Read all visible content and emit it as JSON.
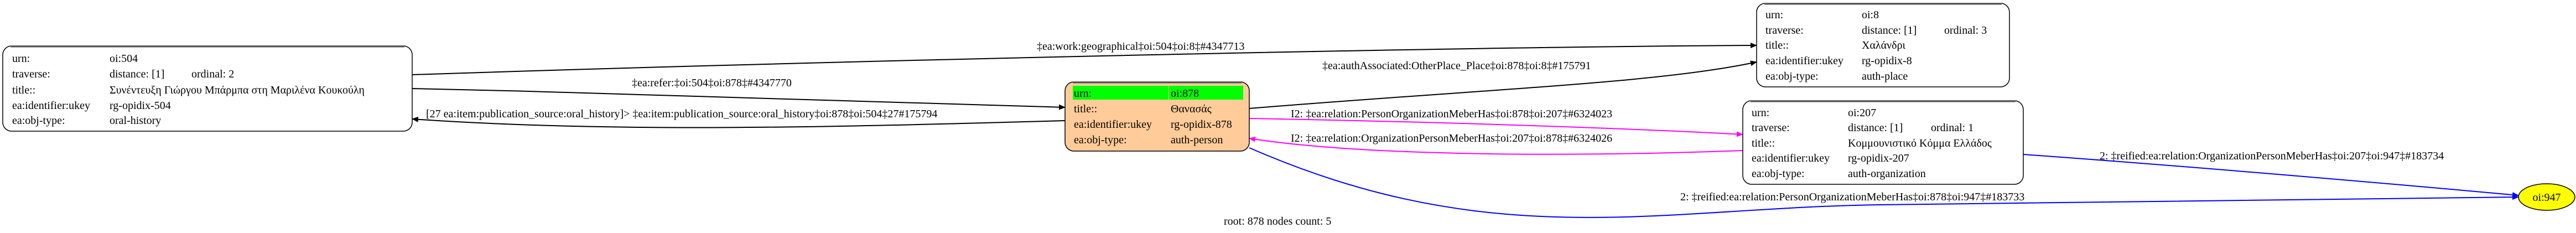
{
  "graph": {
    "nodes": [
      {
        "id": "oi:504",
        "fill": "#ffffff",
        "rows": [
          {
            "key": "urn:",
            "value": "oi:504"
          },
          {
            "key": "traverse:",
            "value": "distance: [1]",
            "extra": "ordinal: 2"
          },
          {
            "key": "title::",
            "value": "Συνέντευξη Γιώργου Μπάρμπα στη Μαριλένα Κουκούλη"
          },
          {
            "key": "ea:identifier:ukey",
            "value": "rg-opidix-504"
          },
          {
            "key": "ea:obj-type:",
            "value": "oral-history"
          }
        ]
      },
      {
        "id": "oi:878",
        "fill": "#ffcc99",
        "highlight": "#00ff00",
        "rows": [
          {
            "key": "urn:",
            "value": "oi:878"
          },
          {
            "key": "title::",
            "value": "Θανασάς"
          },
          {
            "key": "ea:identifier:ukey",
            "value": "rg-opidix-878"
          },
          {
            "key": "ea:obj-type:",
            "value": "auth-person"
          }
        ]
      },
      {
        "id": "oi:8",
        "fill": "#ffffff",
        "rows": [
          {
            "key": "urn:",
            "value": "oi:8"
          },
          {
            "key": "traverse:",
            "value": "distance: [1]",
            "extra": "ordinal: 3"
          },
          {
            "key": "title::",
            "value": "Χαλάνδρι"
          },
          {
            "key": "ea:identifier:ukey",
            "value": "rg-opidix-8"
          },
          {
            "key": "ea:obj-type:",
            "value": "auth-place"
          }
        ]
      },
      {
        "id": "oi:207",
        "fill": "#ffffff",
        "rows": [
          {
            "key": "urn:",
            "value": "oi:207"
          },
          {
            "key": "traverse:",
            "value": "distance: [1]",
            "extra": "ordinal: 1"
          },
          {
            "key": "title::",
            "value": "Κομμουνιστικό Κόμμα Ελλάδος"
          },
          {
            "key": "ea:identifier:ukey",
            "value": "rg-opidix-207"
          },
          {
            "key": "ea:obj-type:",
            "value": "auth-organization"
          }
        ]
      },
      {
        "id": "oi:947",
        "fill": "#ffff00",
        "label": "oi:947"
      }
    ],
    "edges": [
      {
        "from": "oi:504",
        "to": "oi:8",
        "color": "#000000",
        "label": "‡ea:work:geographical‡oi:504‡oi:8‡#4347713"
      },
      {
        "from": "oi:504",
        "to": "oi:878",
        "color": "#000000",
        "label": "‡ea:refer:‡oi:504‡oi:878‡#4347770"
      },
      {
        "from": "oi:878",
        "to": "oi:504",
        "color": "#000000",
        "label": "[27 ea:item:publication_source:oral_history]> ‡ea:item:publication_source:oral_history‡oi:878‡oi:504‡27#175794"
      },
      {
        "from": "oi:878",
        "to": "oi:8",
        "color": "#000000",
        "label": "‡ea:authAssociated:OtherPlace_Place‡oi:878‡oi:8‡#175791"
      },
      {
        "from": "oi:878",
        "to": "oi:207",
        "color": "#ff00ff",
        "label": "I2: ‡ea:relation:PersonOrganizationMeberHas‡oi:878‡oi:207‡#6324023"
      },
      {
        "from": "oi:207",
        "to": "oi:878",
        "color": "#ff00ff",
        "label": "I2: ‡ea:relation:OrganizationPersonMeberHas‡oi:207‡oi:878‡#6324026"
      },
      {
        "from": "oi:878",
        "to": "oi:947",
        "color": "#0000ff",
        "label": "2: ‡reified:ea:relation:PersonOrganizationMeberHas‡oi:878‡oi:947‡#183733"
      },
      {
        "from": "oi:207",
        "to": "oi:947",
        "color": "#0000ff",
        "label": "2: ‡reified:ea:relation:OrganizationPersonMeberHas‡oi:207‡oi:947‡#183734"
      }
    ]
  },
  "footer": {
    "text": "root: 878 nodes count: 5"
  }
}
